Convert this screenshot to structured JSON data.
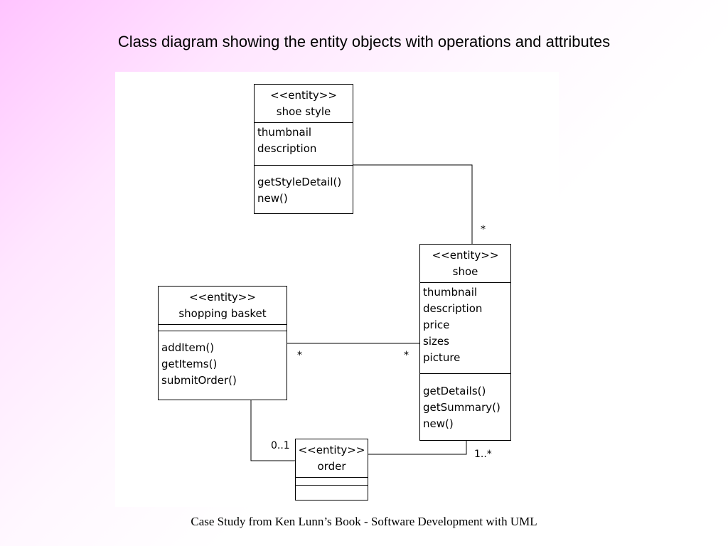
{
  "slide": {
    "title": "Class diagram showing the entity objects with operations and attributes",
    "footer": "Case Study from Ken Lunn’s Book - Software Development with UML"
  },
  "classes": {
    "shoe_style": {
      "stereotype": "<<entity>>",
      "name": "shoe style",
      "attributes": [
        "thumbnail",
        "description"
      ],
      "operations": [
        "getStyleDetail()",
        "new()"
      ]
    },
    "shoe": {
      "stereotype": "<<entity>>",
      "name": "shoe",
      "attributes": [
        "thumbnail",
        "description",
        "price",
        "sizes",
        "picture"
      ],
      "operations": [
        "getDetails()",
        "getSummary()",
        "new()"
      ]
    },
    "shopping_basket": {
      "stereotype": "<<entity>>",
      "name": "shopping basket",
      "attributes": [],
      "operations": [
        "addItem()",
        "getItems()",
        "submitOrder()"
      ]
    },
    "order": {
      "stereotype": "<<entity>>",
      "name": "order",
      "attributes": [],
      "operations": []
    }
  },
  "associations": {
    "style_shoe": {
      "shoe_end": "*"
    },
    "basket_shoe": {
      "basket_end": "*",
      "shoe_end": "*"
    },
    "basket_order": {
      "basket_end": "0..1"
    },
    "order_shoe": {
      "shoe_end": "1..*"
    }
  }
}
